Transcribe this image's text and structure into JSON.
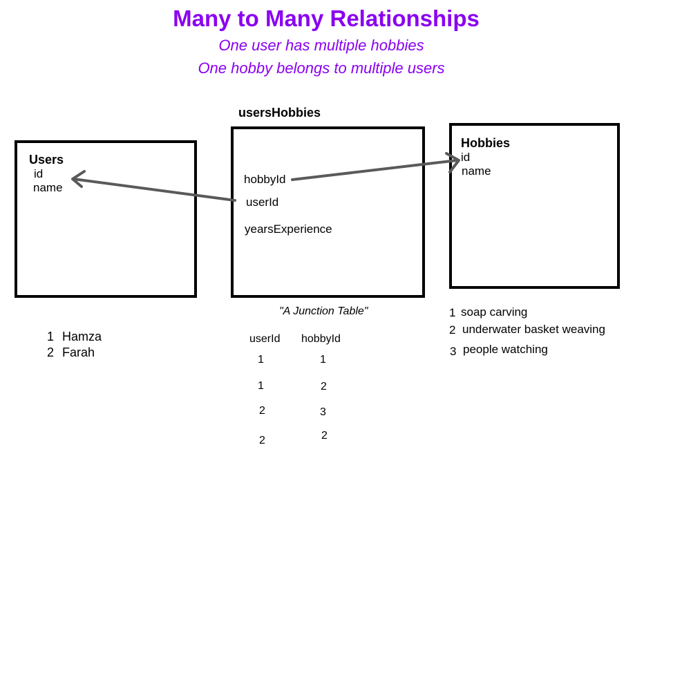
{
  "header": {
    "title": "Many to Many Relationships",
    "subtitle_1": "One user has multiple hobbies",
    "subtitle_2": "One hobby belongs to multiple users"
  },
  "colors": {
    "accent": "#8a00f0",
    "arrow": "#5a5a5a",
    "border": "#000000"
  },
  "users_table": {
    "name": "Users",
    "fields": [
      "id",
      "name"
    ],
    "rows": [
      {
        "id": "1",
        "name": "Hamza"
      },
      {
        "id": "2",
        "name": "Farah"
      }
    ]
  },
  "junction_table": {
    "name": "usersHobbies",
    "fields": [
      "hobbyId",
      "userId",
      "yearsExperience"
    ],
    "caption": "\"A Junction Table\"",
    "columns": [
      "userId",
      "hobbyId"
    ],
    "rows": [
      {
        "userId": "1",
        "hobbyId": "1"
      },
      {
        "userId": "1",
        "hobbyId": "2"
      },
      {
        "userId": "2",
        "hobbyId": "3"
      },
      {
        "userId": "2",
        "hobbyId": "2"
      }
    ]
  },
  "hobbies_table": {
    "name": "Hobbies",
    "fields": [
      "id",
      "name"
    ],
    "rows": [
      {
        "id": "1",
        "name": "soap carving"
      },
      {
        "id": "2",
        "name": "underwater basket weaving"
      },
      {
        "id": "3",
        "name": "people watching"
      }
    ]
  },
  "relationships": [
    {
      "from": "usersHobbies.userId",
      "to": "Users.id"
    },
    {
      "from": "usersHobbies.hobbyId",
      "to": "Hobbies.id"
    }
  ]
}
